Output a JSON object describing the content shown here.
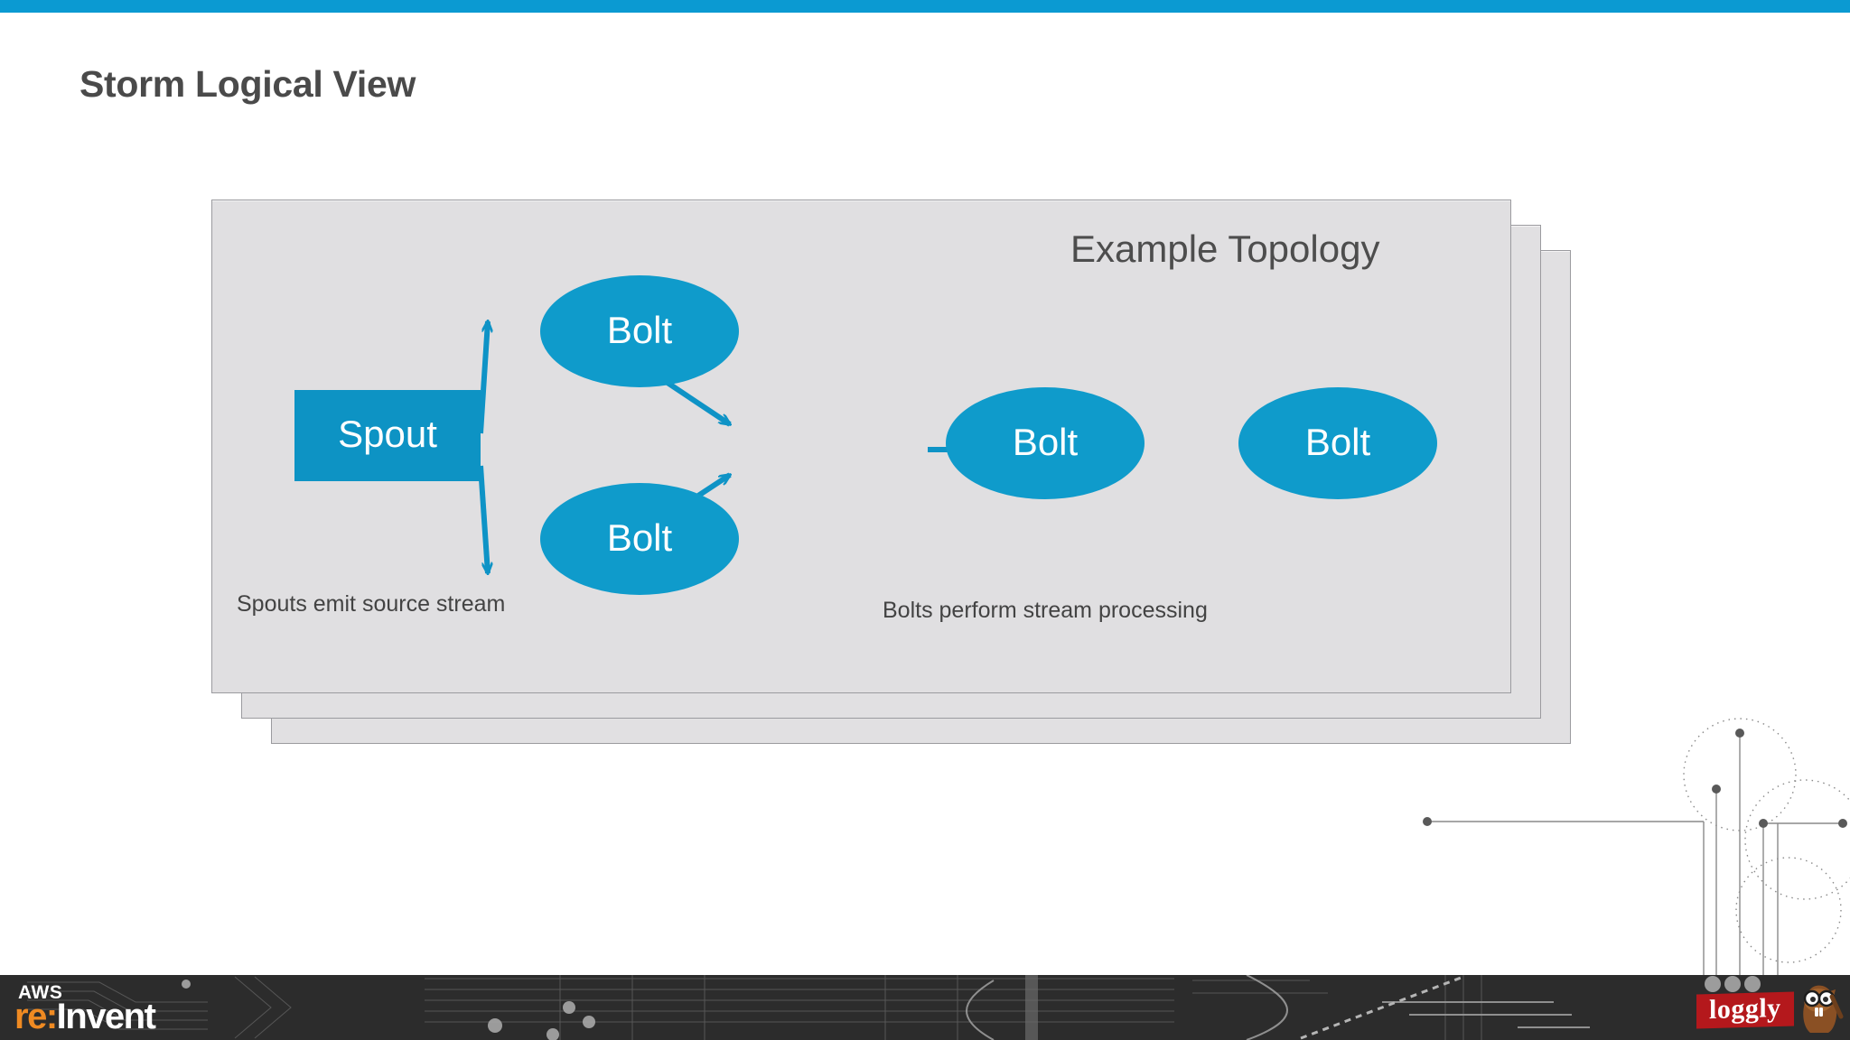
{
  "slide": {
    "title": "Storm Logical View",
    "accent_color": "#0b9ad2",
    "panel_color": "#e0dfe1",
    "node_color": "#0d93c4"
  },
  "topology": {
    "heading": "Example Topology",
    "nodes": [
      {
        "id": "spout",
        "label": "Spout",
        "shape": "rect"
      },
      {
        "id": "bolt-a",
        "label": "Bolt",
        "shape": "ellipse"
      },
      {
        "id": "bolt-b",
        "label": "Bolt",
        "shape": "ellipse"
      },
      {
        "id": "bolt-c",
        "label": "Bolt",
        "shape": "ellipse"
      },
      {
        "id": "bolt-d",
        "label": "Bolt",
        "shape": "ellipse"
      }
    ],
    "edges": [
      {
        "from": "spout",
        "to": "bolt-a"
      },
      {
        "from": "spout",
        "to": "bolt-b"
      },
      {
        "from": "bolt-a",
        "to": "bolt-c"
      },
      {
        "from": "bolt-b",
        "to": "bolt-c"
      },
      {
        "from": "bolt-c",
        "to": "bolt-d"
      }
    ],
    "captions": {
      "spouts": "Spouts emit source stream",
      "bolts": "Bolts perform stream processing"
    }
  },
  "footer": {
    "aws": "AWS",
    "reinvent_prefix": "re:",
    "reinvent_suffix": "Invent",
    "sponsor": "loggly"
  }
}
